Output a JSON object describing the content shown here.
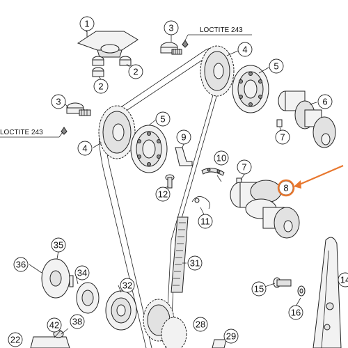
{
  "diagram": {
    "callouts": [
      {
        "id": "c1",
        "label": "1"
      },
      {
        "id": "c2a",
        "label": "2"
      },
      {
        "id": "c2b",
        "label": "2"
      },
      {
        "id": "c3a",
        "label": "3"
      },
      {
        "id": "c3b",
        "label": "3"
      },
      {
        "id": "c4a",
        "label": "4"
      },
      {
        "id": "c4b",
        "label": "4"
      },
      {
        "id": "c5a",
        "label": "5"
      },
      {
        "id": "c5b",
        "label": "5"
      },
      {
        "id": "c6",
        "label": "6"
      },
      {
        "id": "c7a",
        "label": "7"
      },
      {
        "id": "c7b",
        "label": "7"
      },
      {
        "id": "c8",
        "label": "8"
      },
      {
        "id": "c9",
        "label": "9"
      },
      {
        "id": "c10",
        "label": "10"
      },
      {
        "id": "c11",
        "label": "11"
      },
      {
        "id": "c12",
        "label": "12"
      },
      {
        "id": "c14",
        "label": "14"
      },
      {
        "id": "c15",
        "label": "15"
      },
      {
        "id": "c16",
        "label": "16"
      },
      {
        "id": "c22",
        "label": "22"
      },
      {
        "id": "c28",
        "label": "28"
      },
      {
        "id": "c29",
        "label": "29"
      },
      {
        "id": "c31",
        "label": "31"
      },
      {
        "id": "c32",
        "label": "32"
      },
      {
        "id": "c34",
        "label": "34"
      },
      {
        "id": "c35",
        "label": "35"
      },
      {
        "id": "c36",
        "label": "36"
      },
      {
        "id": "c38",
        "label": "38"
      },
      {
        "id": "c42",
        "label": "42"
      }
    ],
    "loctite_top": "LOCTITE 243",
    "loctite_left": "LOCTITE 243",
    "highlight_color": "#e8772e"
  }
}
